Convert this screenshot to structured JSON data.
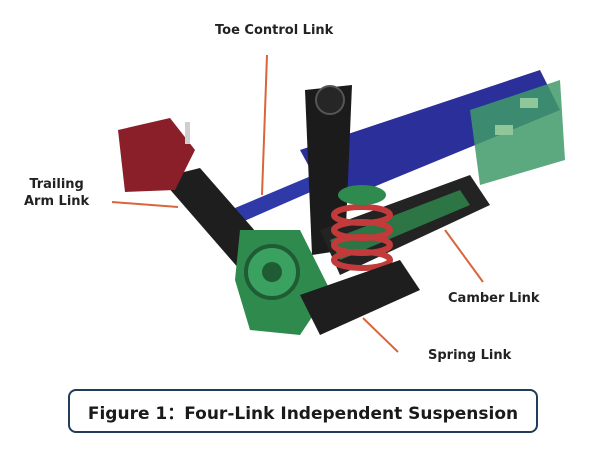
{
  "figure": {
    "labels": {
      "toe_control": "Toe Control Link",
      "trailing_arm_line1": "Trailing",
      "trailing_arm_line2": "Arm Link",
      "camber": "Camber Link",
      "spring": "Spring Link"
    },
    "caption": "Figure 1：Four-Link Independent Suspension",
    "colors": {
      "leader_line": "#d9653a",
      "frame_blue": "#2b2f9a",
      "strut_black": "#1b1b1b",
      "knuckle_green": "#2f8a4e",
      "mount_red": "#8a1f2a",
      "spring_red": "#c23a3a",
      "caption_border": "#1f3d5a"
    }
  }
}
